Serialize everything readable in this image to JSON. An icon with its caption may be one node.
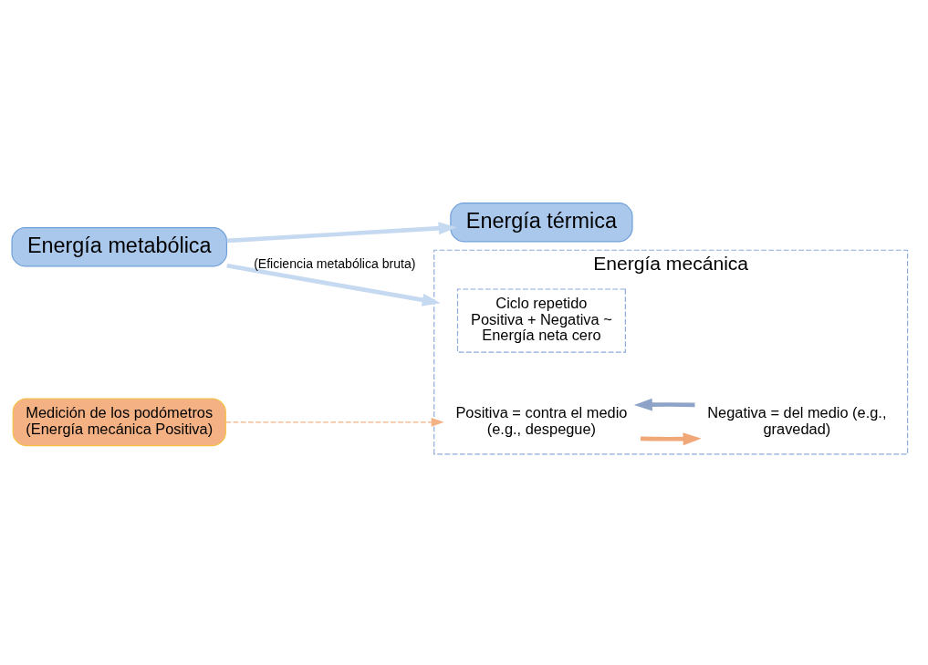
{
  "diagram": {
    "nodes": [
      {
        "text": [
          "Energía metabólica"
        ]
      },
      {
        "text": [
          "Energía térmica"
        ]
      },
      {
        "text": [
          "Energía mecánica"
        ]
      },
      {
        "text": [
          "Ciclo repetido",
          "Positiva + Negativa ~ Energía neta cero"
        ],
        "in": 2
      },
      {
        "text": [
          "Positiva = contra el medio (e.g., despegue)"
        ],
        "in": 2
      },
      {
        "text": [
          "Negativa = del medio (e.g., gravedad)"
        ],
        "in": 2
      },
      {
        "text": [
          "Medición de los podómetros (Energía mecánica Positiva)"
        ]
      }
    ],
    "edges": [
      {
        "from": 0,
        "to": 1,
        "arrow": "to",
        "color": "#c5d9f1"
      },
      {
        "from": 0,
        "to": 2,
        "arrow": "to",
        "color": "#c5d9f1",
        "label": "(Eficiencia metabólica bruta)"
      },
      {
        "from": 4,
        "to": 5,
        "arrow": "to",
        "color": "#f0a879"
      },
      {
        "from": 5,
        "to": 4,
        "arrow": "to",
        "color": "#8ea3c8"
      },
      {
        "from": 6,
        "to": 4,
        "arrow": "to",
        "style": "dashed",
        "color": "#f4b183"
      }
    ]
  }
}
